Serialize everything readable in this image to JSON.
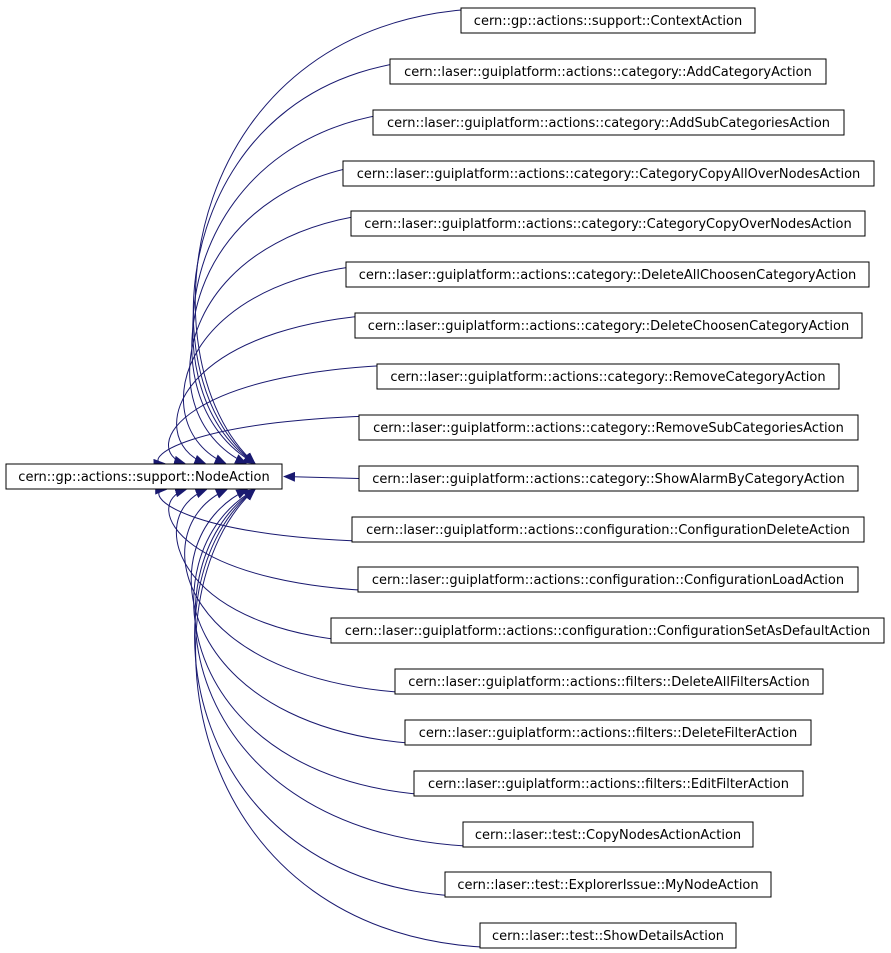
{
  "colors": {
    "edge": "#191970",
    "box_border": "#000000",
    "background": "#ffffff"
  },
  "base_class": {
    "label": "cern::gp::actions::support::NodeAction"
  },
  "derived_classes": [
    {
      "label": "cern::gp::actions::support::ContextAction"
    },
    {
      "label": "cern::laser::guiplatform::actions::category::AddCategoryAction"
    },
    {
      "label": "cern::laser::guiplatform::actions::category::AddSubCategoriesAction"
    },
    {
      "label": "cern::laser::guiplatform::actions::category::CategoryCopyAllOverNodesAction"
    },
    {
      "label": "cern::laser::guiplatform::actions::category::CategoryCopyOverNodesAction"
    },
    {
      "label": "cern::laser::guiplatform::actions::category::DeleteAllChoosenCategoryAction"
    },
    {
      "label": "cern::laser::guiplatform::actions::category::DeleteChoosenCategoryAction"
    },
    {
      "label": "cern::laser::guiplatform::actions::category::RemoveCategoryAction"
    },
    {
      "label": "cern::laser::guiplatform::actions::category::RemoveSubCategoriesAction"
    },
    {
      "label": "cern::laser::guiplatform::actions::category::ShowAlarmByCategoryAction"
    },
    {
      "label": "cern::laser::guiplatform::actions::configuration::ConfigurationDeleteAction"
    },
    {
      "label": "cern::laser::guiplatform::actions::configuration::ConfigurationLoadAction"
    },
    {
      "label": "cern::laser::guiplatform::actions::configuration::ConfigurationSetAsDefaultAction"
    },
    {
      "label": "cern::laser::guiplatform::actions::filters::DeleteAllFiltersAction"
    },
    {
      "label": "cern::laser::guiplatform::actions::filters::DeleteFilterAction"
    },
    {
      "label": "cern::laser::guiplatform::actions::filters::EditFilterAction"
    },
    {
      "label": "cern::laser::test::CopyNodesActionAction"
    },
    {
      "label": "cern::laser::test::ExplorerIssue::MyNodeAction"
    },
    {
      "label": "cern::laser::test::ShowDetailsAction"
    }
  ]
}
